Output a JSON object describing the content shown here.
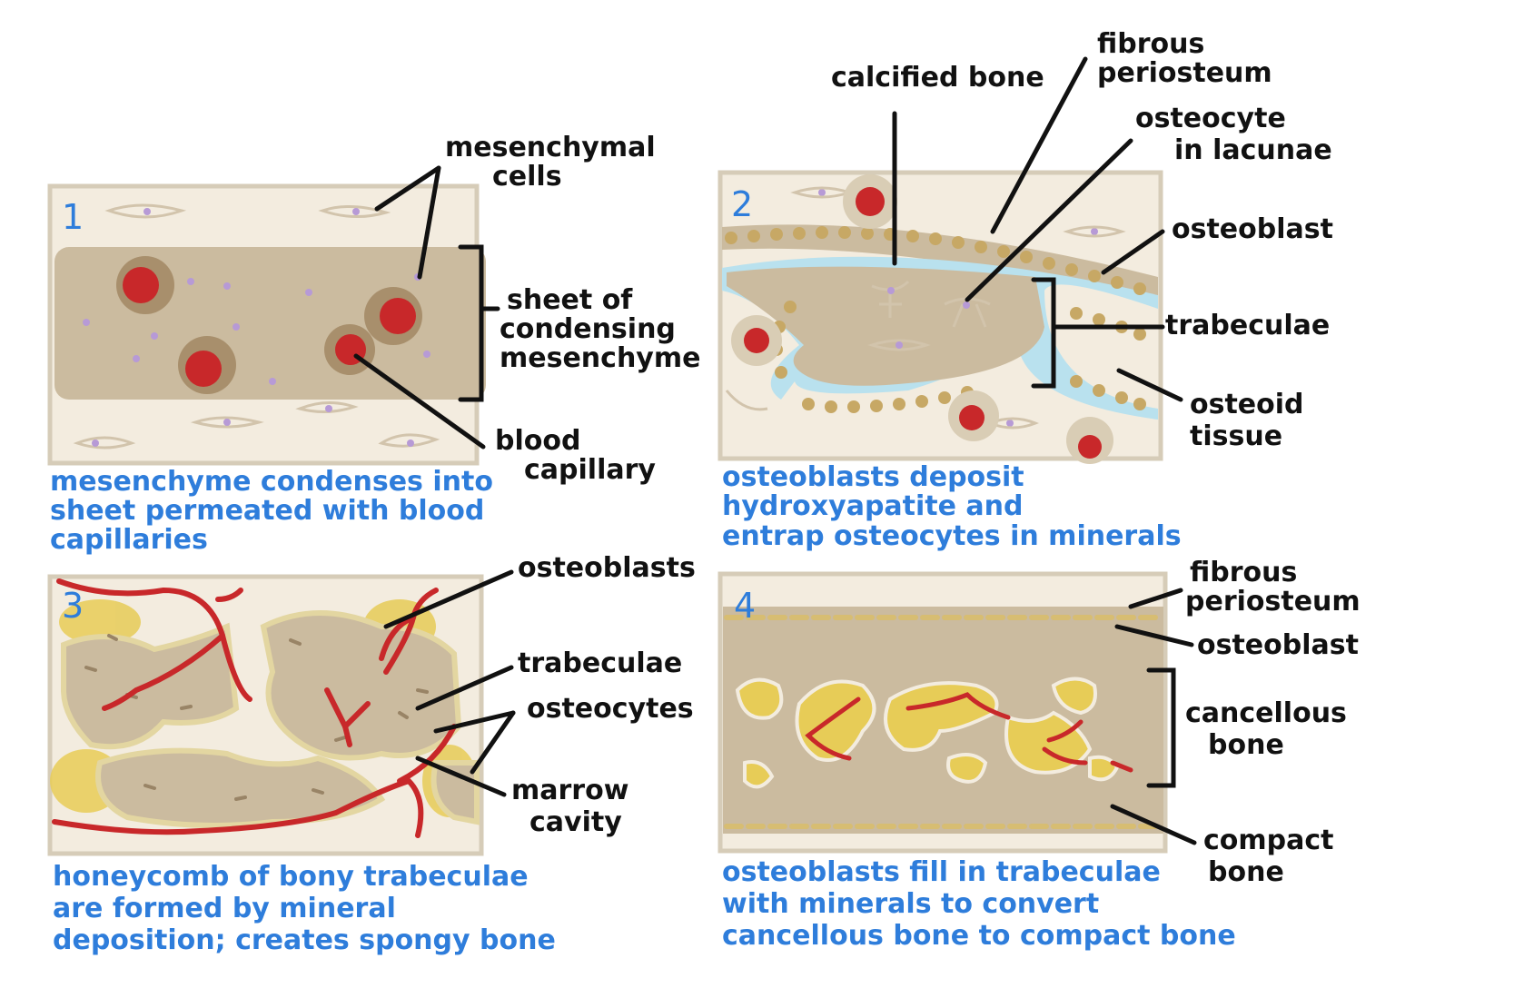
{
  "colors": {
    "frame": "#f3ecdf",
    "tissue": "#cbbb9f",
    "cell_outline": "#d2c4ac",
    "nucleus": "#b79ad6",
    "vessel": "#c8282a",
    "vessel_ring": "#a88f6c",
    "osteoid": "#b9e1ee",
    "osteoblast": "#c7a865",
    "marrow": "#e7cc57",
    "caption": "#2e7ddb",
    "label": "#111111"
  },
  "panel1": {
    "number": "1",
    "labels": {
      "mesenchymal_1": "mesenchymal",
      "mesenchymal_2": "cells",
      "sheet_1": "sheet of",
      "sheet_2": "condensing",
      "sheet_3": "mesenchyme",
      "blood_1": "blood",
      "blood_2": "capillary"
    },
    "caption": [
      "mesenchyme condenses into",
      "sheet permeated with blood",
      "capillaries"
    ]
  },
  "panel2": {
    "number": "2",
    "labels": {
      "calcified": "calcified bone",
      "fibrous_1": "fibrous",
      "fibrous_2": "periosteum",
      "osteocyte_1": "osteocyte",
      "osteocyte_2": "in lacunae",
      "osteoblast": "osteoblast",
      "trabeculae": "trabeculae",
      "osteoid_1": "osteoid",
      "osteoid_2": "tissue"
    },
    "caption": [
      "osteoblasts deposit",
      "hydroxyapatite and",
      "entrap osteocytes in minerals"
    ]
  },
  "panel3": {
    "number": "3",
    "labels": {
      "osteoblasts": "osteoblasts",
      "trabeculae": "trabeculae",
      "osteocytes": "osteocytes",
      "marrow_1": "marrow",
      "marrow_2": "cavity"
    },
    "caption": [
      "honeycomb of bony trabeculae",
      "are formed by mineral",
      "deposition; creates spongy bone"
    ]
  },
  "panel4": {
    "number": "4",
    "labels": {
      "fibrous_1": "fibrous",
      "fibrous_2": "periosteum",
      "osteoblast": "osteoblast",
      "cancellous_1": "cancellous",
      "cancellous_2": "bone",
      "compact_1": "compact",
      "compact_2": "bone"
    },
    "caption": [
      "osteoblasts fill in trabeculae",
      "with minerals to convert",
      "cancellous bone to compact bone"
    ]
  }
}
